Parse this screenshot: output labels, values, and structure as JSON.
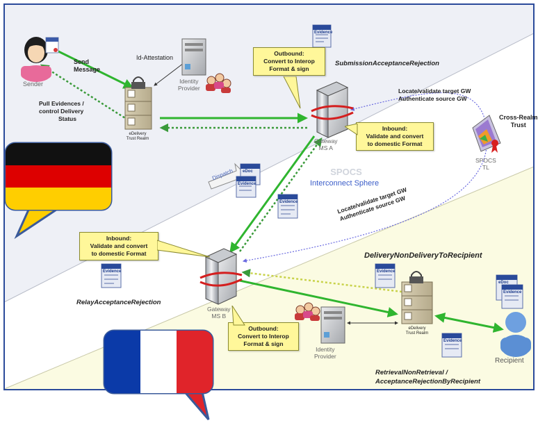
{
  "labels": {
    "sender": "Sender",
    "send_message_line1": "Send",
    "send_message_line2": "Message",
    "id_attestation": "Id-Attestation",
    "identity_provider_top_line1": "Identity",
    "identity_provider_top_line2": "Provider",
    "pull_evidences_line1": "Pull Evidences /",
    "pull_evidences_line2": "control Delivery",
    "pull_evidences_line3": "Status",
    "edelivery_top_line1": "eDelivery",
    "edelivery_top_line2": "Trust Realm",
    "submission_acceptance_rejection": "SubmissionAcceptanceRejection",
    "locate_validate_top_line1": "Locate/validate target GW",
    "locate_validate_top_line2": "Authenticate source GW",
    "cross_realm_line1": "Cross-Realm",
    "cross_realm_line2": "Trust",
    "gateway_a_line1": "Gateway",
    "gateway_a_line2": "MS A",
    "spocs_tl_line1": "SPOCS",
    "spocs_tl_line2": "TL",
    "dispatch": "Dispatch",
    "spocs_watermark": "SPOCS",
    "interconnect_sphere": "Interconnect Sphere",
    "locate_validate_mid_line1": "Locate/validate target GW",
    "locate_validate_mid_line2": "Authenticate source GW",
    "delivery_non_delivery": "DeliveryNonDeliveryToRecipient",
    "gateway_b_line1": "Gateway",
    "gateway_b_line2": "MS B",
    "relay_acceptance_rejection": "RelayAcceptanceRejection",
    "identity_provider_bottom_line1": "Identity",
    "identity_provider_bottom_line2": "Provider",
    "edelivery_bottom_line1": "eDelivery",
    "edelivery_bottom_line2": "Trust Realm",
    "recipient": "Recipient",
    "retrieval_line1": "RetrievalNonRetrieval /",
    "retrieval_line2": "AcceptanceRejectionByRecipient",
    "evidence": "Evidence",
    "edoc": "eDoc"
  },
  "callouts": {
    "outbound_a": {
      "line1": "Outbound:",
      "line2": "Convert to Interop",
      "line3": "Format & sign"
    },
    "inbound_a": {
      "line1": "Inbound:",
      "line2": "Validate and convert",
      "line3": "to domestic Format"
    },
    "inbound_b": {
      "line1": "Inbound:",
      "line2": "Validate and convert",
      "line3": "to domestic Format"
    },
    "outbound_b": {
      "line1": "Outbound:",
      "line2": "Convert to Interop",
      "line3": "Format & sign"
    }
  },
  "colors": {
    "top_region": "#eef0f6",
    "middle_region": "#ffffff",
    "bottom_region": "#fbfbe2",
    "frame": "#2a4a9a",
    "message_arrow": "#3cc63c",
    "evidence_arrow": "#3a9a3a",
    "trust_arrow": "#6a6ae0",
    "callout_fill": "#fff79a",
    "germany_black": "#111111",
    "germany_red": "#dd0000",
    "germany_gold": "#ffce00",
    "france_blue": "#0b3aa8",
    "france_white": "#ffffff",
    "france_red": "#e0242a",
    "interconnect_text": "#3a5cc8"
  },
  "icons": [
    "sender-avatar-icon",
    "server-icon",
    "user-group-icon",
    "evidence-document-icon",
    "edoc-document-icon",
    "gateway-server-icon",
    "certificate-icon",
    "recipient-avatar-icon",
    "germany-flag-bubble-icon",
    "france-flag-bubble-icon",
    "dispatch-arrow-icon"
  ]
}
